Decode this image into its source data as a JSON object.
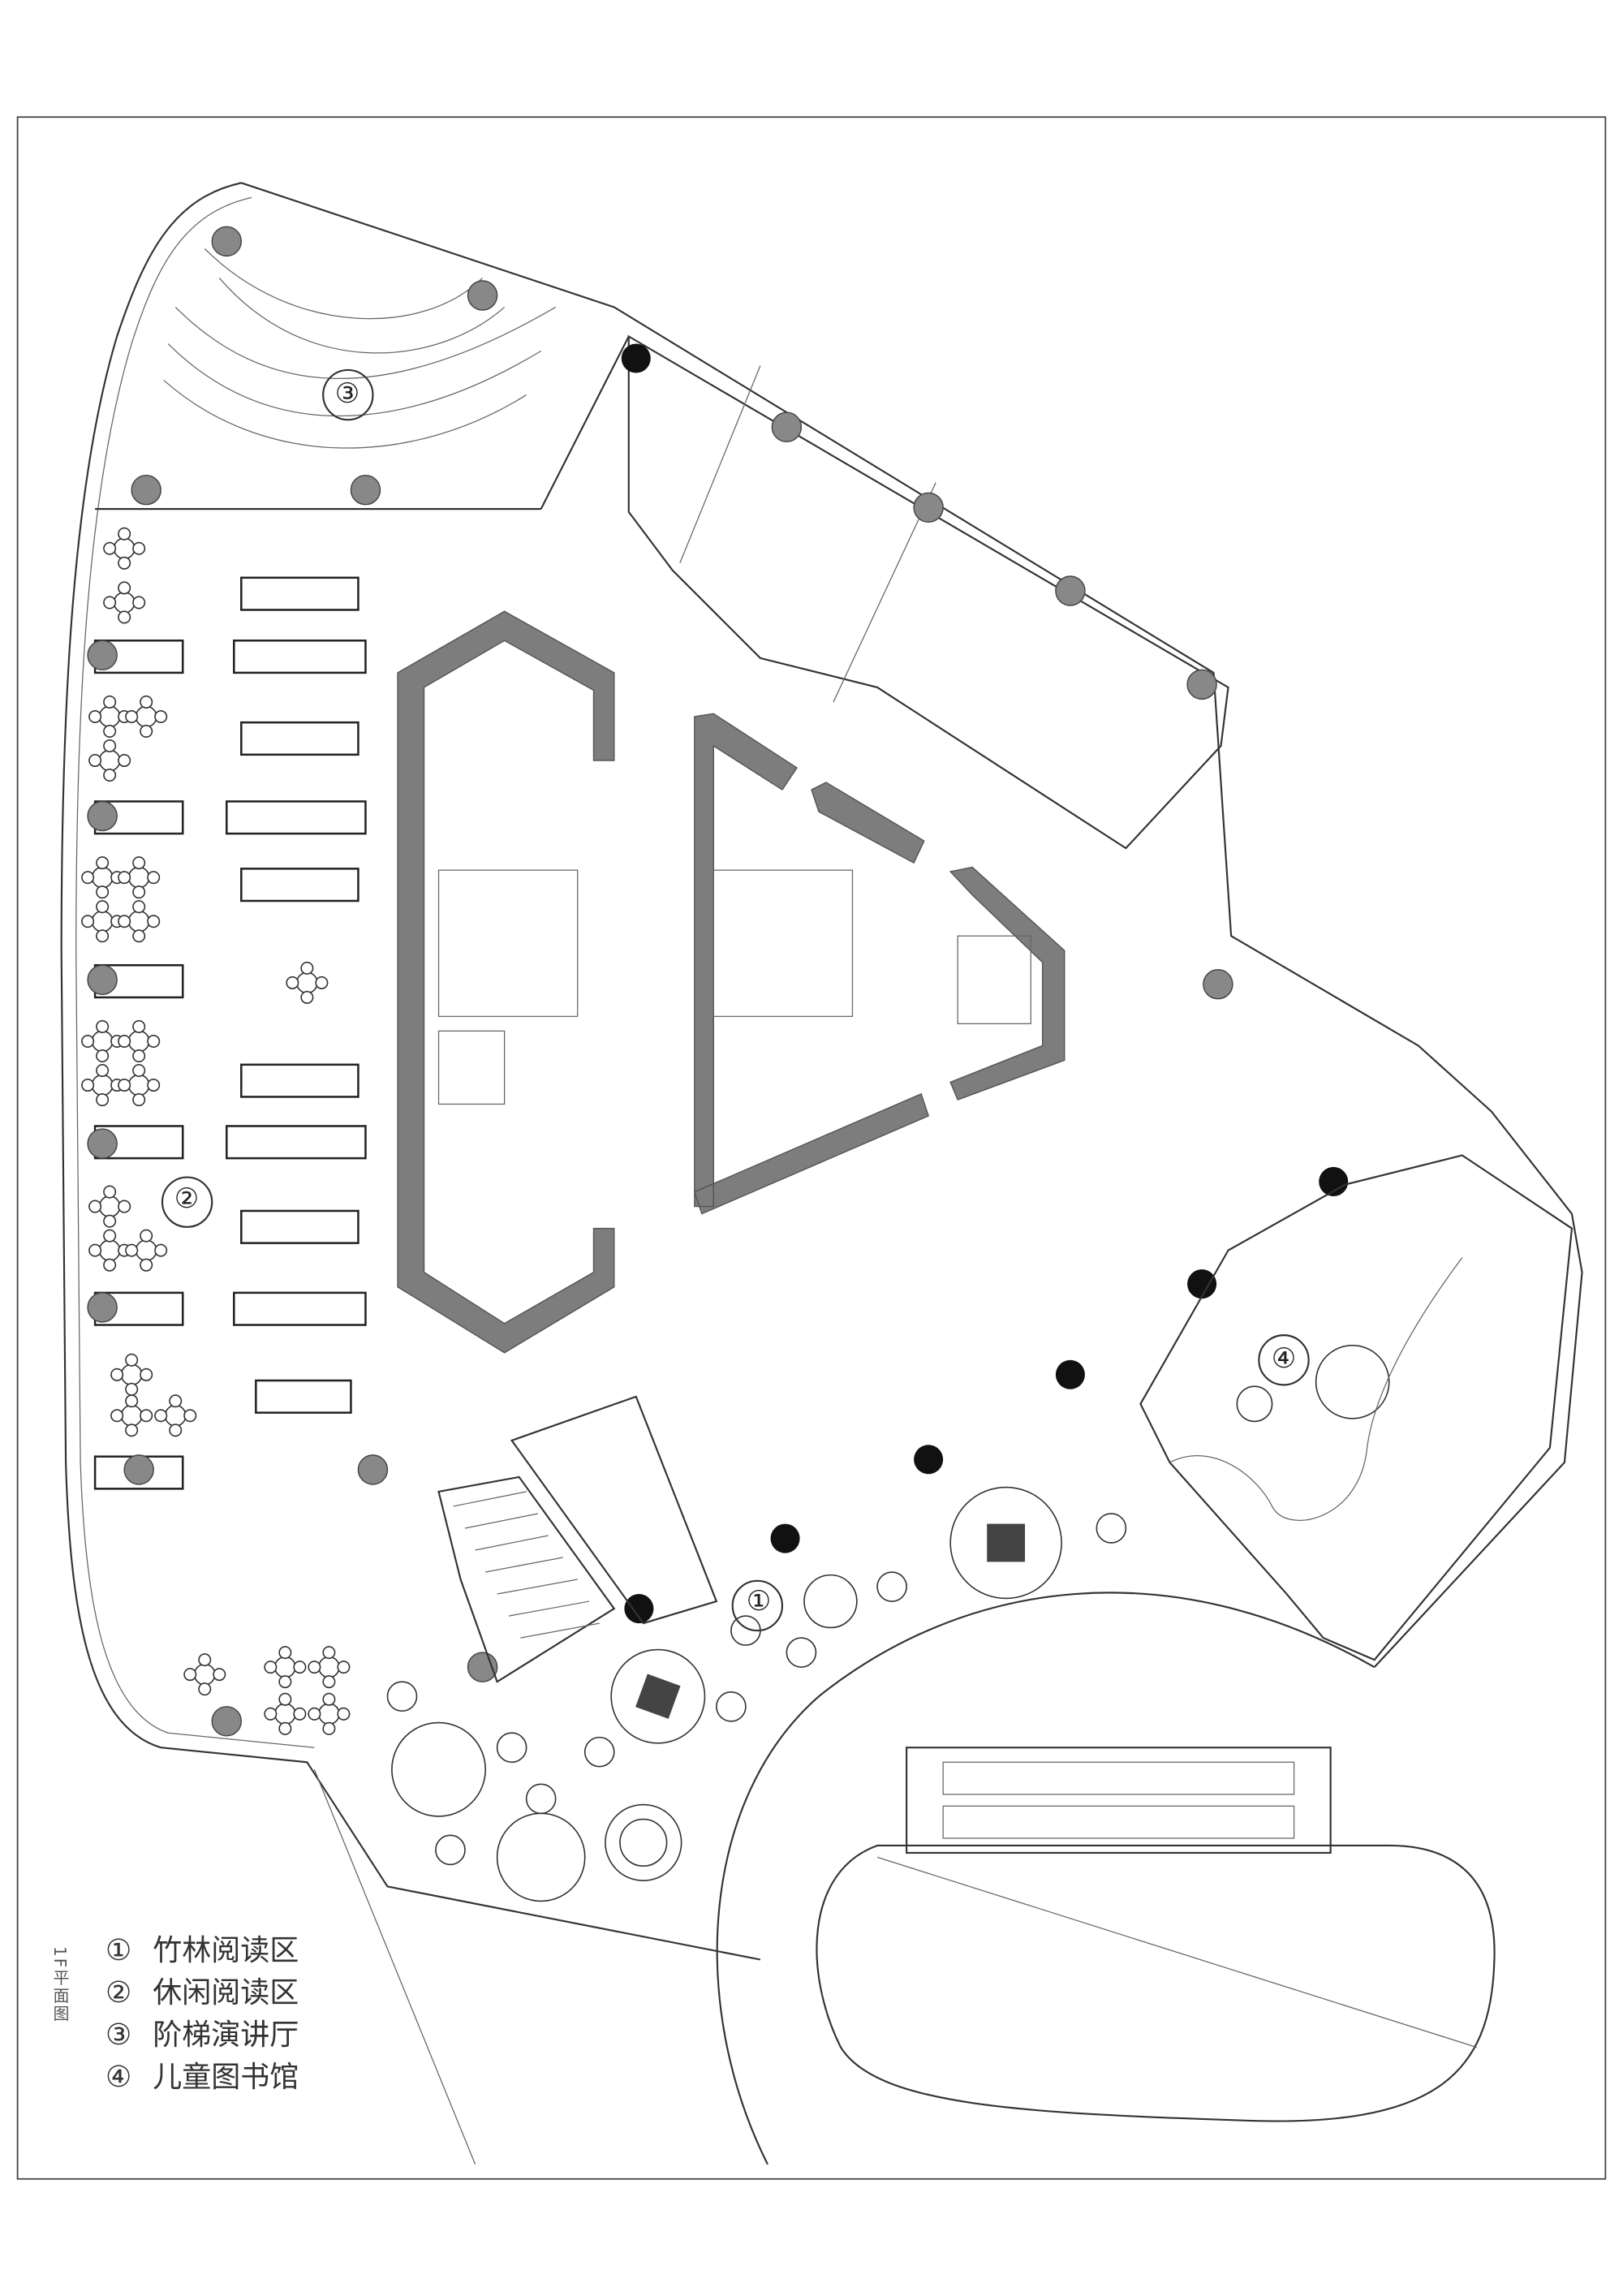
{
  "drawing": {
    "title": "1F平面图",
    "zones": [
      {
        "number": "①",
        "name": "竹林阅读区"
      },
      {
        "number": "②",
        "name": "休闲阅读区"
      },
      {
        "number": "③",
        "name": "阶梯演讲厅"
      },
      {
        "number": "④",
        "name": "儿童图书馆"
      }
    ]
  },
  "colors": {
    "wall": "#7d7d7d",
    "column": "#888888",
    "line": "#333333"
  }
}
